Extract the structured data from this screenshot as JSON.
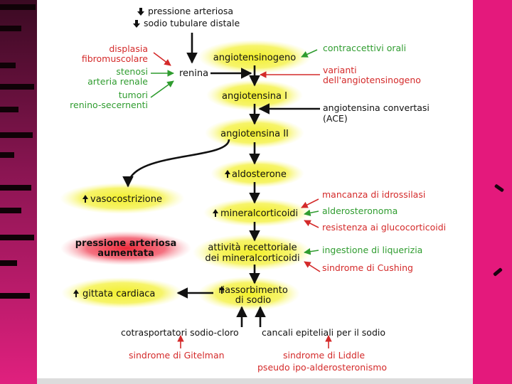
{
  "colors": {
    "frame_left_dark": "#3a0a22",
    "frame_pink": "#e4197c",
    "node_glow": "#f2ef2a",
    "outcome_glow": "#ef2a3a",
    "cause_red": "#d42a2a",
    "cause_green": "#2f9c2f"
  },
  "top_causes": {
    "line1": "pressione arteriosa",
    "line2": "sodio tubulare distale"
  },
  "nodes": {
    "angiotensinogeno": "angiotensinogeno",
    "renina": "renina",
    "angiotensina1": "angiotensina I",
    "angiotensina2": "angiotensina II",
    "aldosterone": "aldosterone",
    "mineralcorticoidi": "mineralcorticoidi",
    "attivita_l1": "attività recettoriale",
    "attivita_l2": "dei mineralcorticoidi",
    "riassorbimento_l1": "riassorbimento",
    "riassorbimento_l2": "di sodio",
    "vasocostrizione": "vasocostrizione",
    "gittata": "gittata cardiaca",
    "pressione_l1": "pressione arteriosa",
    "pressione_l2": "aumentata"
  },
  "left_causes": {
    "displasia_l1": "displasia",
    "displasia_l2": "fibromuscolare",
    "stenosi_l1": "stenosi",
    "stenosi_l2": "arteria renale",
    "tumori_l1": "tumori",
    "tumori_l2": "renino-secernenti"
  },
  "right_causes": {
    "contraccettivi": "contraccettivi orali",
    "varianti_l1": "varianti",
    "varianti_l2": "dell'angiotensinogeno",
    "ace_l1": "angiotensina convertasi",
    "ace_l2": "(ACE)",
    "mancanza": "mancanza di idrossilasi",
    "alderosteronoma": "alderosteronoma",
    "resistenza": "resistenza ai glucocorticoidi",
    "liquerizia": "ingestione di liquerizia",
    "cushing": "sindrome di Cushing"
  },
  "bottom_causes": {
    "cotrasportatori": "cotrasportatori sodio-cloro",
    "canali": "cancali epiteliali per il sodio",
    "gitelman": "sindrome di Gitelman",
    "liddle_l1": "sindrome di Liddle",
    "liddle_l2": "pseudo ipo-alderosteronismo"
  }
}
